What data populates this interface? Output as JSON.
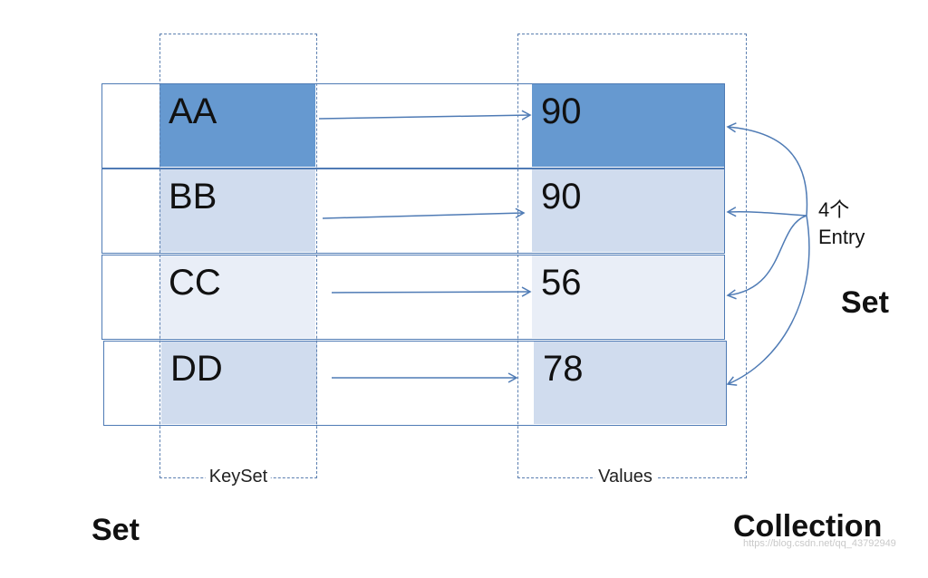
{
  "rows": [
    {
      "key": "AA",
      "value": "90",
      "key_color": "#6699d0",
      "value_color": "#6699d0"
    },
    {
      "key": "BB",
      "value": "90",
      "key_color": "#d0dcee",
      "value_color": "#d0dcee"
    },
    {
      "key": "CC",
      "value": "56",
      "key_color": "#e9eef7",
      "value_color": "#e9eef7"
    },
    {
      "key": "DD",
      "value": "78",
      "key_color": "#d0dcee",
      "value_color": "#d0dcee"
    }
  ],
  "keyset_label": "KeySet",
  "values_label": "Values",
  "entry_count": "4个",
  "entry_word": "Entry",
  "right_set_label": "Set",
  "bottom_left_label": "Set",
  "bottom_right_label": "Collection",
  "line_color": "#4f7bb5",
  "watermark": "https://blog.csdn.net/qq_43792949"
}
